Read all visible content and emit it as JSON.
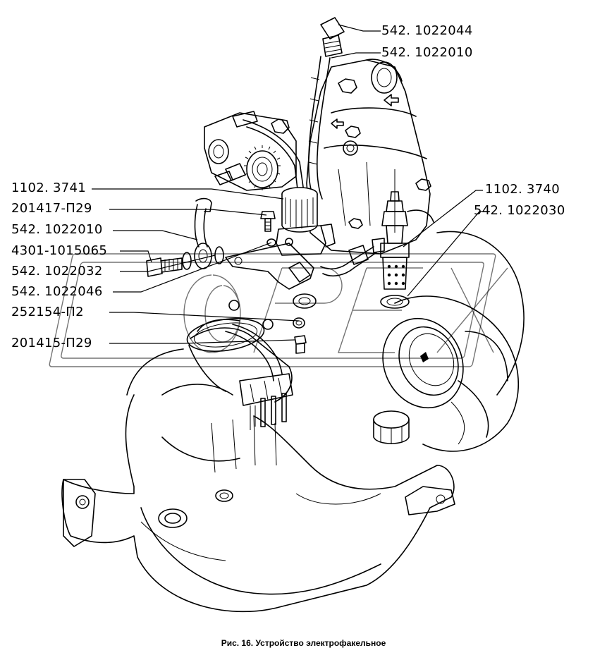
{
  "caption": "Рис. 16. Устройство электрофакельное",
  "labels": {
    "l01": "542. 1022044",
    "l02": "542. 1022010",
    "l03": "1102. 3741",
    "l04": "201417-П29",
    "l05": "542. 1022010",
    "l06": "4301-1015065",
    "l07": "542. 1022032",
    "l08": "542. 1022046",
    "l09": "252154-П2",
    "l10": "201415-П29",
    "l11": "1102. 3740",
    "l12": "542. 1022030"
  },
  "watermark": "OPEX"
}
